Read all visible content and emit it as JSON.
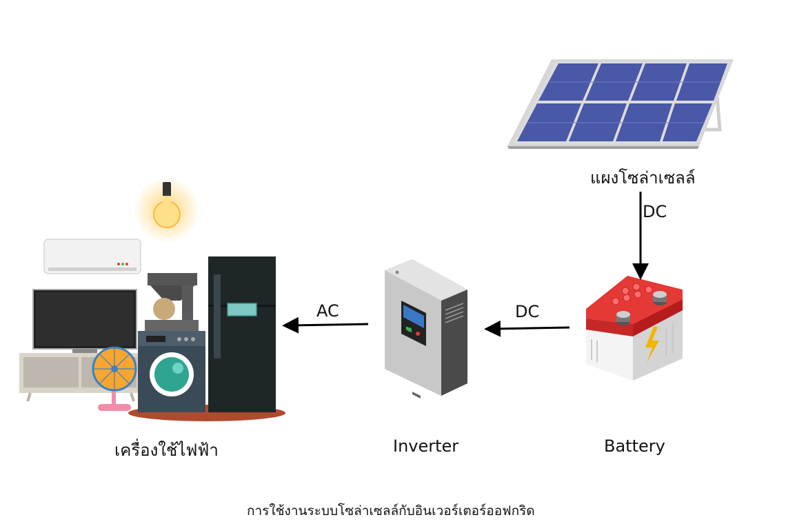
{
  "nodes": {
    "solar_panel": "แผงโซล่าเซลล์",
    "battery": "Battery",
    "inverter": "Inverter",
    "appliances": "เครื่องใช้ไฟฟ้า"
  },
  "edges": {
    "panel_to_battery": "DC",
    "battery_to_inverter": "DC",
    "inverter_to_appliances": "AC"
  },
  "caption": "การใช้งานระบบโซล่าเซลล์กับอินเวอร์เตอร์ออฟกริด",
  "icons": [
    "solar-panel-icon",
    "battery-icon",
    "inverter-icon",
    "light-bulb-icon",
    "air-conditioner-icon",
    "television-icon",
    "fan-icon",
    "coffee-maker-icon",
    "washing-machine-icon",
    "refrigerator-icon"
  ],
  "colors": {
    "panel_cells": "#4a58a8",
    "battery_top": "#e53935",
    "lightning": "#f4b400",
    "arrow": "#000000"
  }
}
